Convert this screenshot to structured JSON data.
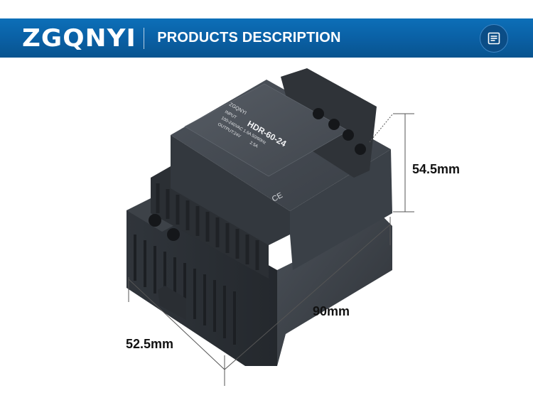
{
  "header": {
    "brand": "ZGQNYI",
    "title": "PRODUCTS DESCRIPTION",
    "menu_icon": "list-menu-icon"
  },
  "colors": {
    "header_blue": "#0a5fa3",
    "device_body": "#3a3f45"
  },
  "product": {
    "label_brand": "ZGQNYI",
    "model": "HDR-60-24",
    "input_label": "INPUT",
    "input_spec": "100-240VAC 1.6A 50/60Hz",
    "output_label": "OUTPUT:24V",
    "output_current": "2.5A",
    "cert": "CE"
  },
  "dimensions": {
    "height": "54.5mm",
    "length": "90mm",
    "width": "52.5mm"
  }
}
